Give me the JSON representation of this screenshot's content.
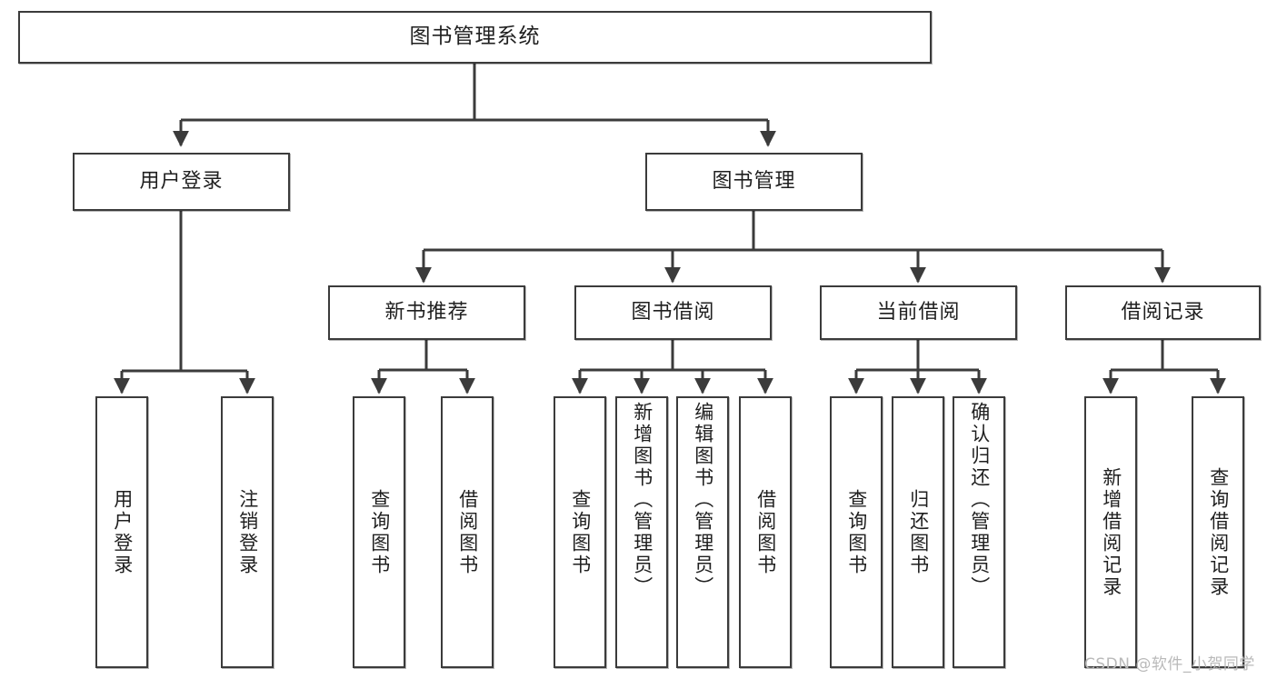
{
  "diagram": {
    "title": "图书管理系统",
    "type": "tree-hierarchy-diagram",
    "colors": {
      "box_border": "#3b3b3b",
      "box_fill": "#ffffff",
      "connector": "#3b3b3b",
      "watermark": "#b9b9b9",
      "background": "#ffffff"
    },
    "root": {
      "label": "图书管理系统"
    },
    "level2": [
      {
        "label": "用户登录"
      },
      {
        "label": "图书管理"
      }
    ],
    "level3": [
      {
        "label": "新书推荐"
      },
      {
        "label": "图书借阅"
      },
      {
        "label": "当前借阅"
      },
      {
        "label": "借阅记录"
      }
    ],
    "leaves": {
      "user_login": [
        {
          "label": "用户登录"
        },
        {
          "label": "注销登录"
        }
      ],
      "new_book_recommend": [
        {
          "label": "查询图书"
        },
        {
          "label": "借阅图书"
        }
      ],
      "book_borrow": [
        {
          "label": "查询图书"
        },
        {
          "label": "新增图书（管理员）"
        },
        {
          "label": "编辑图书（管理员）"
        },
        {
          "label": "借阅图书"
        }
      ],
      "current_borrow": [
        {
          "label": "查询图书"
        },
        {
          "label": "归还图书"
        },
        {
          "label": "确认归还（管理员）"
        }
      ],
      "borrow_record": [
        {
          "label": "新增借阅记录"
        },
        {
          "label": "查询借阅记录"
        }
      ]
    },
    "watermark": "CSDN @软件_小贺同学"
  }
}
